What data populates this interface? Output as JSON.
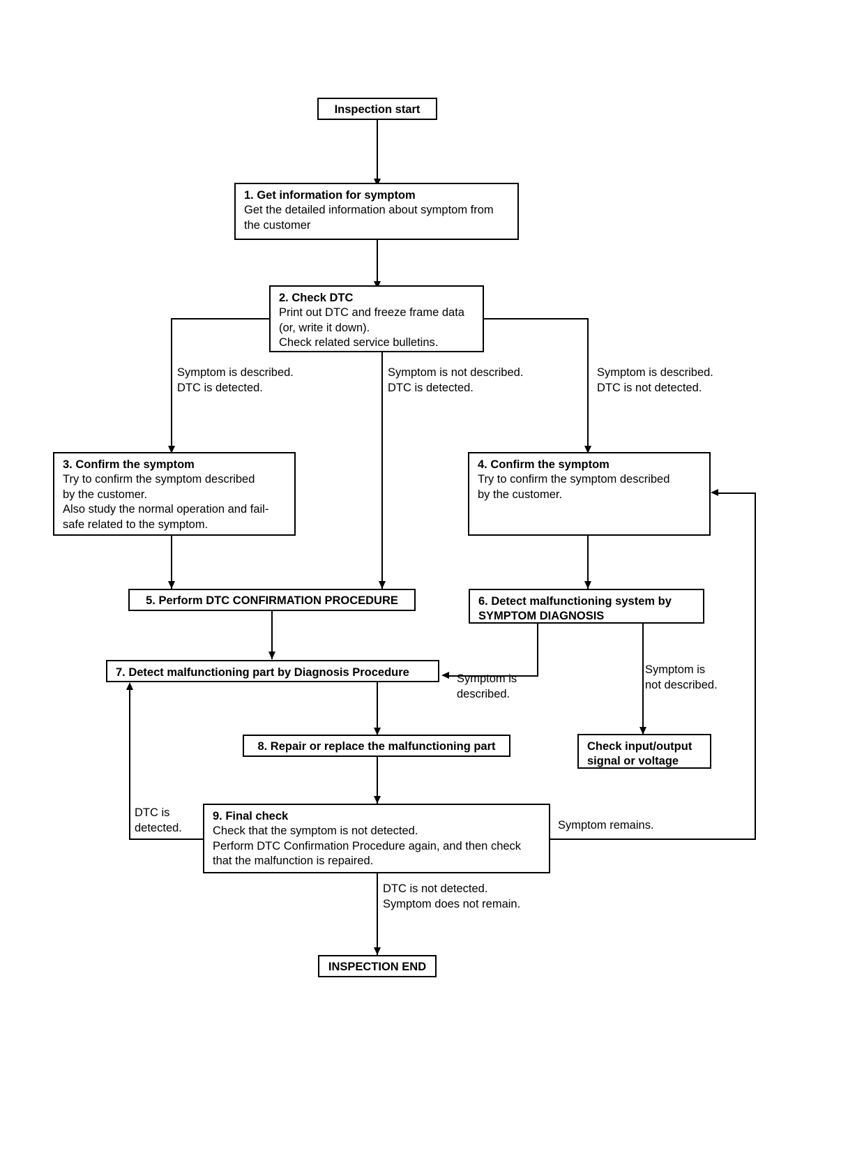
{
  "diagram": {
    "title": "Work Flow / Diagnosis Inspection Flowchart",
    "nodes": {
      "start": {
        "label": "Inspection start"
      },
      "step1": {
        "title": "1. Get information for symptom",
        "line1": "Get the detailed information about symptom from",
        "line2": "the customer"
      },
      "step2": {
        "title": "2. Check DTC",
        "line1": "Print out DTC and freeze frame data",
        "line2": "(or, write it down).",
        "line3": "Check related service bulletins."
      },
      "step3": {
        "title": "3. Confirm the symptom",
        "line1": "Try to confirm the symptom described",
        "line2": "by the customer.",
        "line3": "Also study the normal operation and fail-",
        "line4": "safe related to the symptom."
      },
      "step4": {
        "title": "4. Confirm the symptom",
        "line1": "Try to confirm the symptom described",
        "line2": "by the customer."
      },
      "step5": {
        "title": "5. Perform DTC CONFIRMATION PROCEDURE"
      },
      "step6": {
        "title": "6. Detect malfunctioning system by",
        "line1": "SYMPTOM DIAGNOSIS"
      },
      "step7": {
        "title": "7. Detect malfunctioning part by Diagnosis Procedure"
      },
      "step8": {
        "title": "8. Repair or replace the malfunctioning part"
      },
      "step9": {
        "title": "9. Final check",
        "line1": "Check that the symptom is not detected.",
        "line2": "Perform DTC Confirmation Procedure again, and then check",
        "line3": "that the malfunction is repaired."
      },
      "check_io": {
        "title": "Check input/output",
        "line1": "signal or voltage"
      },
      "end": {
        "label": "INSPECTION END"
      }
    },
    "edge_labels": {
      "left_branch": {
        "line1": "Symptom is described.",
        "line2": "DTC is detected."
      },
      "middle_branch": {
        "line1": "Symptom is not described.",
        "line2": "DTC is detected."
      },
      "right_branch": {
        "line1": "Symptom is described.",
        "line2": "DTC is not detected."
      },
      "symptom_described": {
        "line1": "Symptom is",
        "line2": "described."
      },
      "symptom_not_described": {
        "line1": "Symptom is",
        "line2": "not described."
      },
      "dtc_detected": {
        "line1": "DTC is",
        "line2": "detected."
      },
      "symptom_remains": {
        "line1": "Symptom remains."
      },
      "final_ok": {
        "line1": "DTC is not detected.",
        "line2": "Symptom does not remain."
      }
    },
    "colors": {
      "stroke": "#000000",
      "background": "#ffffff"
    }
  }
}
